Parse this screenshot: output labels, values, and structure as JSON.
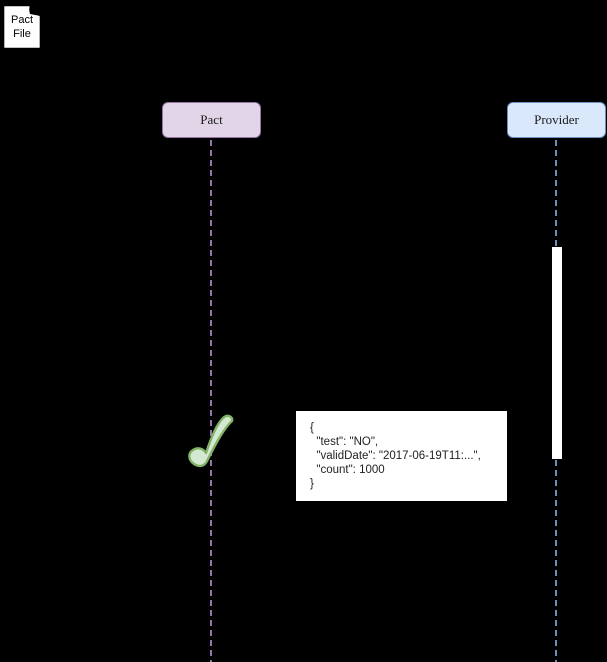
{
  "diagram": {
    "type": "sequence-diagram",
    "background_color": "#000000",
    "note": {
      "label": "Pact\nFile",
      "fill": "#ffffff",
      "border": "#000000"
    },
    "participants": [
      {
        "id": "pact",
        "label": "Pact",
        "fill": "#e1d5e7",
        "border": "#9673a6",
        "lifeline_color": "#9673a6"
      },
      {
        "id": "provider",
        "label": "Provider",
        "fill": "#dae8fc",
        "border": "#6c8ebf",
        "lifeline_color": "#6c8ebf"
      }
    ],
    "activation": {
      "participant": "provider",
      "fill": "#ffffff"
    },
    "payload": {
      "text": "{\n  \"test\": \"NO\",\n  \"validDate\": \"2017-06-19T11:...\",\n  \"count\": 1000\n}",
      "fields": [
        {
          "key": "test",
          "value": "NO"
        },
        {
          "key": "validDate",
          "value": "2017-06-19T11:..."
        },
        {
          "key": "count",
          "value": 1000
        }
      ]
    },
    "icons": {
      "checkmark": {
        "name": "verification-success-check",
        "fill": "#d5e8d4",
        "stroke": "#82b366"
      }
    }
  }
}
